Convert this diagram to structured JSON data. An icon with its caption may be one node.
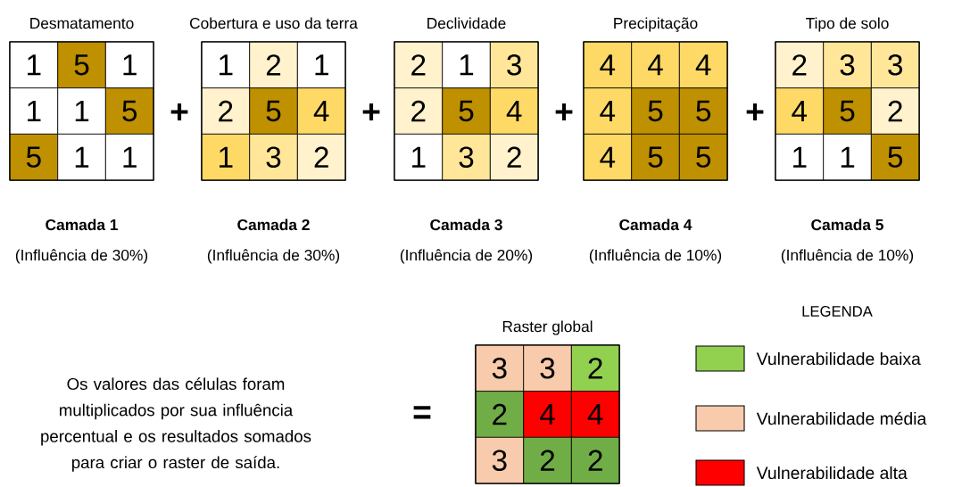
{
  "diagram": {
    "nodes": [
      {
        "text": [
          "Desmatamento"
        ],
        "beside": [
          "Camada 1",
          "(Influência de 30%)"
        ]
      },
      {
        "text": [
          "1"
        ],
        "in": 0
      },
      {
        "text": [
          "5"
        ],
        "in": 0
      },
      {
        "text": [
          "1"
        ],
        "in": 0
      },
      {
        "text": [
          "1"
        ],
        "in": 0
      },
      {
        "text": [
          "1"
        ],
        "in": 0
      },
      {
        "text": [
          "5"
        ],
        "in": 0
      },
      {
        "text": [
          "5"
        ],
        "in": 0
      },
      {
        "text": [
          "1"
        ],
        "in": 0
      },
      {
        "text": [
          "1"
        ],
        "in": 0
      },
      {
        "text": [
          "Cobertura e uso da terra"
        ],
        "beside": [
          "Camada 2",
          "(Influência de 30%)"
        ]
      },
      {
        "text": [
          "1"
        ],
        "in": 10
      },
      {
        "text": [
          "2"
        ],
        "in": 10
      },
      {
        "text": [
          "1"
        ],
        "in": 10
      },
      {
        "text": [
          "2"
        ],
        "in": 10
      },
      {
        "text": [
          "5"
        ],
        "in": 10
      },
      {
        "text": [
          "4"
        ],
        "in": 10
      },
      {
        "text": [
          "1"
        ],
        "in": 10
      },
      {
        "text": [
          "3"
        ],
        "in": 10
      },
      {
        "text": [
          "2"
        ],
        "in": 10
      },
      {
        "text": [
          "Declividade"
        ],
        "beside": [
          "Camada 3",
          "(Influência de 20%)"
        ]
      },
      {
        "text": [
          "2"
        ],
        "in": 20
      },
      {
        "text": [
          "1"
        ],
        "in": 20
      },
      {
        "text": [
          "3"
        ],
        "in": 20
      },
      {
        "text": [
          "2"
        ],
        "in": 20
      },
      {
        "text": [
          "5"
        ],
        "in": 20
      },
      {
        "text": [
          "4"
        ],
        "in": 20
      },
      {
        "text": [
          "1"
        ],
        "in": 20
      },
      {
        "text": [
          "3"
        ],
        "in": 20
      },
      {
        "text": [
          "2"
        ],
        "in": 20
      },
      {
        "text": [
          "Precipitação"
        ],
        "beside": [
          "Camada 4",
          "(Influência de 10%)"
        ]
      },
      {
        "text": [
          "4"
        ],
        "in": 30
      },
      {
        "text": [
          "4"
        ],
        "in": 30
      },
      {
        "text": [
          "4"
        ],
        "in": 30
      },
      {
        "text": [
          "4"
        ],
        "in": 30
      },
      {
        "text": [
          "5"
        ],
        "in": 30
      },
      {
        "text": [
          "5"
        ],
        "in": 30
      },
      {
        "text": [
          "4"
        ],
        "in": 30
      },
      {
        "text": [
          "5"
        ],
        "in": 30
      },
      {
        "text": [
          "5"
        ],
        "in": 30
      },
      {
        "text": [
          "Tipo de solo"
        ],
        "beside": [
          "Camada 5",
          "(Influência de 10%)"
        ]
      },
      {
        "text": [
          "2"
        ],
        "in": 40
      },
      {
        "text": [
          "3"
        ],
        "in": 40
      },
      {
        "text": [
          "3"
        ],
        "in": 40
      },
      {
        "text": [
          "4"
        ],
        "in": 40
      },
      {
        "text": [
          "5"
        ],
        "in": 40
      },
      {
        "text": [
          "2"
        ],
        "in": 40
      },
      {
        "text": [
          "1"
        ],
        "in": 40
      },
      {
        "text": [
          "1"
        ],
        "in": 40
      },
      {
        "text": [
          "5"
        ],
        "in": 40
      },
      {
        "text": [
          "Raster global"
        ]
      },
      {
        "text": [
          "3"
        ],
        "in": 50
      },
      {
        "text": [
          "3"
        ],
        "in": 50
      },
      {
        "text": [
          "2"
        ],
        "in": 50
      },
      {
        "text": [
          "2"
        ],
        "in": 50
      },
      {
        "text": [
          "4"
        ],
        "in": 50
      },
      {
        "text": [
          "4"
        ],
        "in": 50
      },
      {
        "text": [
          "3"
        ],
        "in": 50
      },
      {
        "text": [
          "2"
        ],
        "in": 50
      },
      {
        "text": [
          "2"
        ],
        "in": 50
      }
    ],
    "edges": [],
    "labels": [
      "+",
      "+",
      "+",
      "+",
      "LEGENDA",
      "Os valores das células foram multiplicados por sua influência percentual e os resultados somados para criar o raster de saída.",
      "="
    ],
    "legend": [
      {
        "text": "Vulnerabilidade baixa",
        "color": "#92d050"
      },
      {
        "text": "Vulnerabilidade média",
        "color": "#f8cbad"
      },
      {
        "text": "Vulnerabilidade alta",
        "color": "#ff0000"
      }
    ]
  }
}
